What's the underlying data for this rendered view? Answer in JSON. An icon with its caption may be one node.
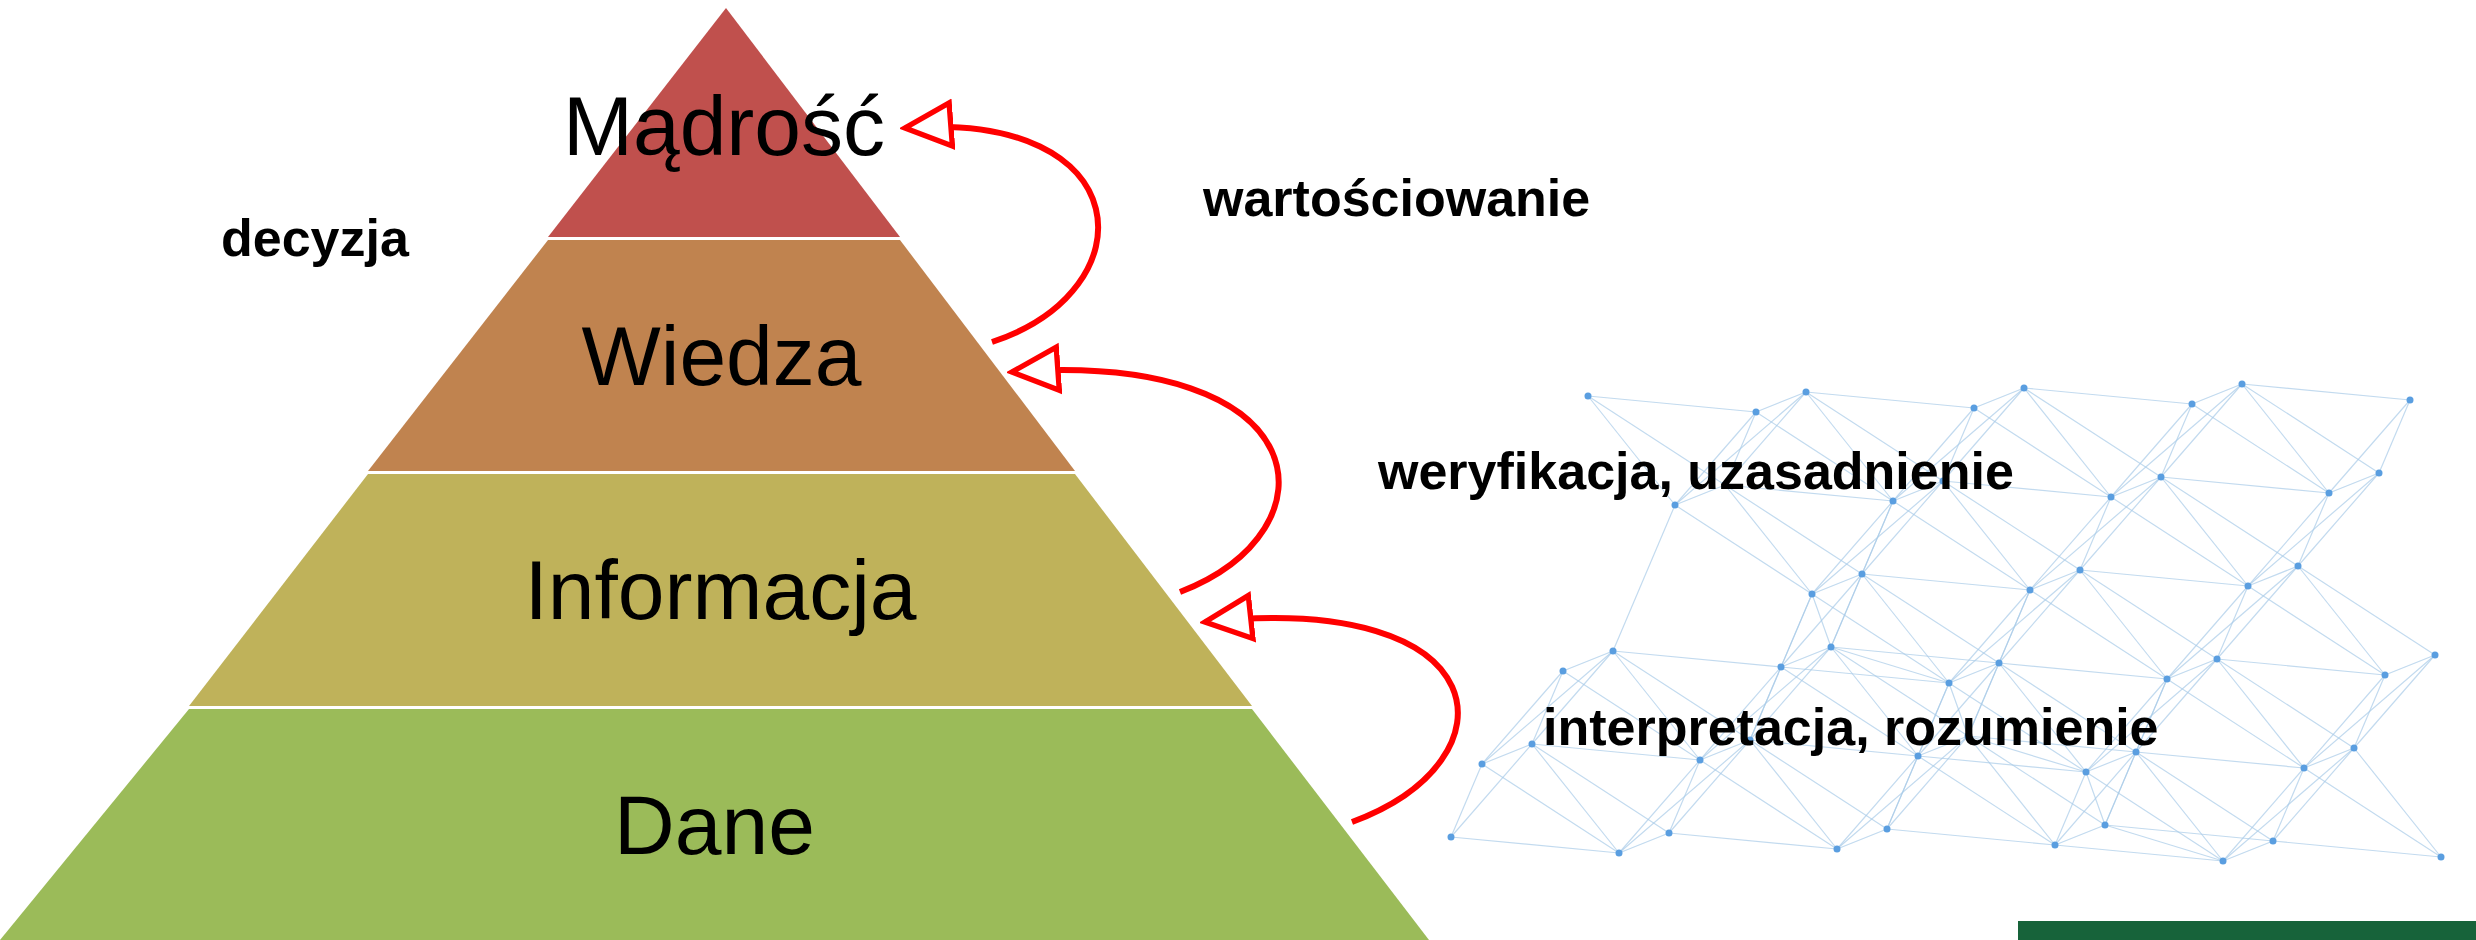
{
  "diagram": {
    "nodes": [
      {
        "text": [
          "Mądrość"
        ]
      },
      {
        "text": [
          "Wiedza"
        ]
      },
      {
        "text": [
          "Informacja"
        ]
      },
      {
        "text": [
          "Dane"
        ]
      }
    ],
    "edges": [
      {
        "from": 3,
        "to": 2,
        "arrow": "to"
      },
      {
        "from": 2,
        "to": 1,
        "arrow": "to"
      },
      {
        "from": 1,
        "to": 0,
        "arrow": "to"
      }
    ],
    "labels": [
      "decyzja",
      "wartościowanie",
      "weryfikacja, uzasadnienie",
      "interpretacja, rozumienie"
    ]
  }
}
